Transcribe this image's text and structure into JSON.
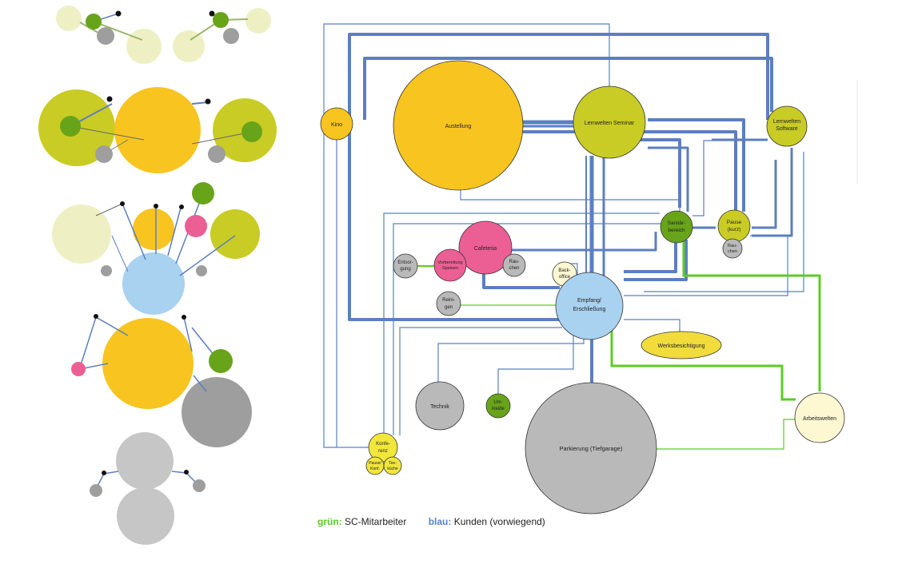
{
  "colors": {
    "blue_line": "#5b7fc0",
    "green_line": "#5ccc22",
    "yellow": "#f8c420",
    "olive": "#c9cc24",
    "dark_green": "#68a41a",
    "pink": "#ec5f94",
    "light_blue": "#a9d1f0",
    "gray": "#b9b9b9",
    "light_gray": "#c8c8c8",
    "cream": "#fdf8d2",
    "pale_olive": "#eef0c4"
  },
  "nodes": {
    "kino": "Kino",
    "ausstellung": "Austellung",
    "lernwelten_seminar": "Lernwelten Seminar",
    "lernwelten_software_1": "Lernwelten",
    "lernwelten_software_2": "Software",
    "cafeteria": "Cafeteria",
    "vorbereitung_1": "Vorbereitung",
    "vorbereitung_2": "Speisen",
    "entsorgung_1": "Entsor-",
    "entsorgung_2": "gung",
    "rauchen_1": "Rau-",
    "rauchen_2": "chen",
    "reinigen_1": "Reini-",
    "reinigen_2": "gen",
    "backoffice_1": "Back-",
    "backoffice_2": "office",
    "empfang_1": "Empfang/",
    "empfang_2": "Erschließung",
    "sanitaer_1": "Sanitär-",
    "sanitaer_2": "bereich",
    "pause_1": "Pause",
    "pause_2": "(kurz)",
    "rauchen2_1": "Rau-",
    "rauchen2_2": "chen",
    "werksbesichtigung": "Werksbesichtigung",
    "technik": "Technik",
    "umkleide_1": "Um-",
    "umkleide_2": "kleide",
    "parkierung": "Parkierung (Tiefgarage)",
    "arbeitswelten": "Arbeitswelten",
    "konferenz_1": "Konfe-",
    "konferenz_2": "renz",
    "pause_konf_1": "Pause/",
    "pause_konf_2": "Konf.",
    "teekueche_1": "Tee-",
    "teekueche_2": "küche"
  },
  "legend": {
    "green_term": "grün:",
    "green_text": "SC-Mitarbeiter",
    "blue_term": "blau:",
    "blue_text": "Kunden (vorwiegend)"
  }
}
